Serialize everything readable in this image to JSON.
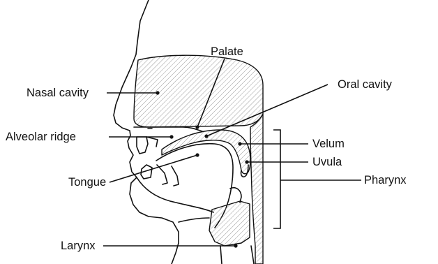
{
  "diagram": {
    "labels": {
      "palate": "Palate",
      "oral_cavity": "Oral cavity",
      "nasal_cavity": "Nasal cavity",
      "alveolar_ridge": "Alveolar ridge",
      "velum": "Velum",
      "uvula": "Uvula",
      "tongue": "Tongue",
      "pharynx": "Pharynx",
      "larynx": "Larynx"
    },
    "colors": {
      "ink": "#111111",
      "background": "#ffffff",
      "hatch": "#9a9a9a"
    }
  }
}
